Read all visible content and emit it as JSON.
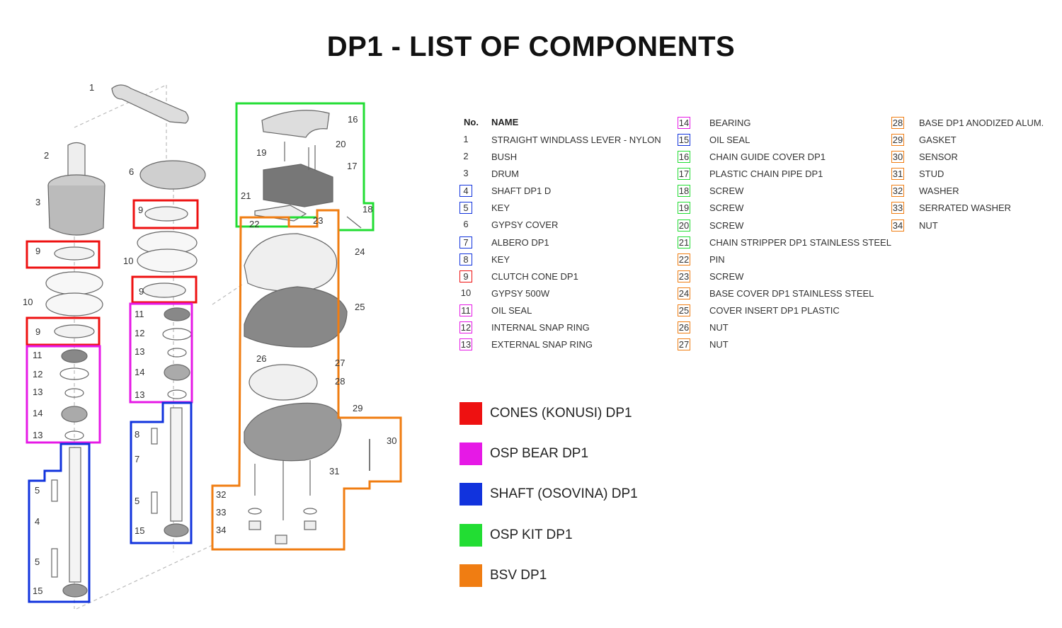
{
  "title": "DP1 - LIST OF COMPONENTS",
  "colors": {
    "cones": "#ee1111",
    "bear": "#e619e6",
    "shaft": "#1133dd",
    "kit": "#22dd33",
    "bsv": "#f07d12",
    "none": "transparent"
  },
  "table_headers": {
    "no": "No.",
    "name": "NAME"
  },
  "components": [
    {
      "no": "1",
      "name": "STRAIGHT WINDLASS LEVER - NYLON",
      "group": "none"
    },
    {
      "no": "2",
      "name": "BUSH",
      "group": "none"
    },
    {
      "no": "3",
      "name": "DRUM",
      "group": "none"
    },
    {
      "no": "4",
      "name": "SHAFT DP1 D",
      "group": "shaft"
    },
    {
      "no": "5",
      "name": "KEY",
      "group": "shaft"
    },
    {
      "no": "6",
      "name": "GYPSY COVER",
      "group": "none"
    },
    {
      "no": "7",
      "name": "ALBERO DP1",
      "group": "shaft"
    },
    {
      "no": "8",
      "name": "KEY",
      "group": "shaft"
    },
    {
      "no": "9",
      "name": "CLUTCH CONE DP1",
      "group": "cones"
    },
    {
      "no": "10",
      "name": "GYPSY 500W",
      "group": "none"
    },
    {
      "no": "11",
      "name": "OIL SEAL",
      "group": "bear"
    },
    {
      "no": "12",
      "name": "INTERNAL SNAP RING",
      "group": "bear"
    },
    {
      "no": "13",
      "name": "EXTERNAL SNAP RING",
      "group": "bear"
    },
    {
      "no": "14",
      "name": "BEARING",
      "group": "bear"
    },
    {
      "no": "15",
      "name": "OIL SEAL",
      "group": "shaft"
    },
    {
      "no": "16",
      "name": "CHAIN GUIDE COVER DP1",
      "group": "kit"
    },
    {
      "no": "17",
      "name": "PLASTIC CHAIN PIPE DP1",
      "group": "kit"
    },
    {
      "no": "18",
      "name": "SCREW",
      "group": "kit"
    },
    {
      "no": "19",
      "name": "SCREW",
      "group": "kit"
    },
    {
      "no": "20",
      "name": "SCREW",
      "group": "kit"
    },
    {
      "no": "21",
      "name": "CHAIN STRIPPER DP1 STAINLESS STEEL",
      "group": "kit"
    },
    {
      "no": "22",
      "name": "PIN",
      "group": "bsv"
    },
    {
      "no": "23",
      "name": "SCREW",
      "group": "bsv"
    },
    {
      "no": "24",
      "name": "BASE COVER DP1 STAINLESS STEEL",
      "group": "bsv"
    },
    {
      "no": "25",
      "name": "COVER INSERT DP1 PLASTIC",
      "group": "bsv"
    },
    {
      "no": "26",
      "name": "NUT",
      "group": "bsv"
    },
    {
      "no": "27",
      "name": "NUT",
      "group": "bsv"
    },
    {
      "no": "28",
      "name": "BASE DP1 ANODIZED ALUM.",
      "group": "bsv"
    },
    {
      "no": "29",
      "name": "GASKET",
      "group": "bsv"
    },
    {
      "no": "30",
      "name": "SENSOR",
      "group": "bsv"
    },
    {
      "no": "31",
      "name": "STUD",
      "group": "bsv"
    },
    {
      "no": "32",
      "name": "WASHER",
      "group": "bsv"
    },
    {
      "no": "33",
      "name": "SERRATED WASHER",
      "group": "bsv"
    },
    {
      "no": "34",
      "name": "NUT",
      "group": "bsv"
    }
  ],
  "legend": [
    {
      "label": "CONES (KONUSI) DP1",
      "group": "cones"
    },
    {
      "label": "OSP BEAR DP1",
      "group": "bear"
    },
    {
      "label": "SHAFT (OSOVINA) DP1",
      "group": "shaft"
    },
    {
      "label": "OSP KIT DP1",
      "group": "kit"
    },
    {
      "label": "BSV DP1",
      "group": "bsv"
    }
  ],
  "diagram_labels": [
    "1",
    "2",
    "3",
    "9",
    "10",
    "9",
    "11",
    "12",
    "13",
    "14",
    "13",
    "5",
    "4",
    "5",
    "15",
    "6",
    "9",
    "10",
    "9",
    "11",
    "12",
    "13",
    "14",
    "13",
    "8",
    "7",
    "5",
    "15",
    "16",
    "19",
    "20",
    "17",
    "21",
    "18",
    "22",
    "23",
    "24",
    "25",
    "26",
    "27",
    "28",
    "29",
    "30",
    "31",
    "32",
    "33",
    "34"
  ]
}
